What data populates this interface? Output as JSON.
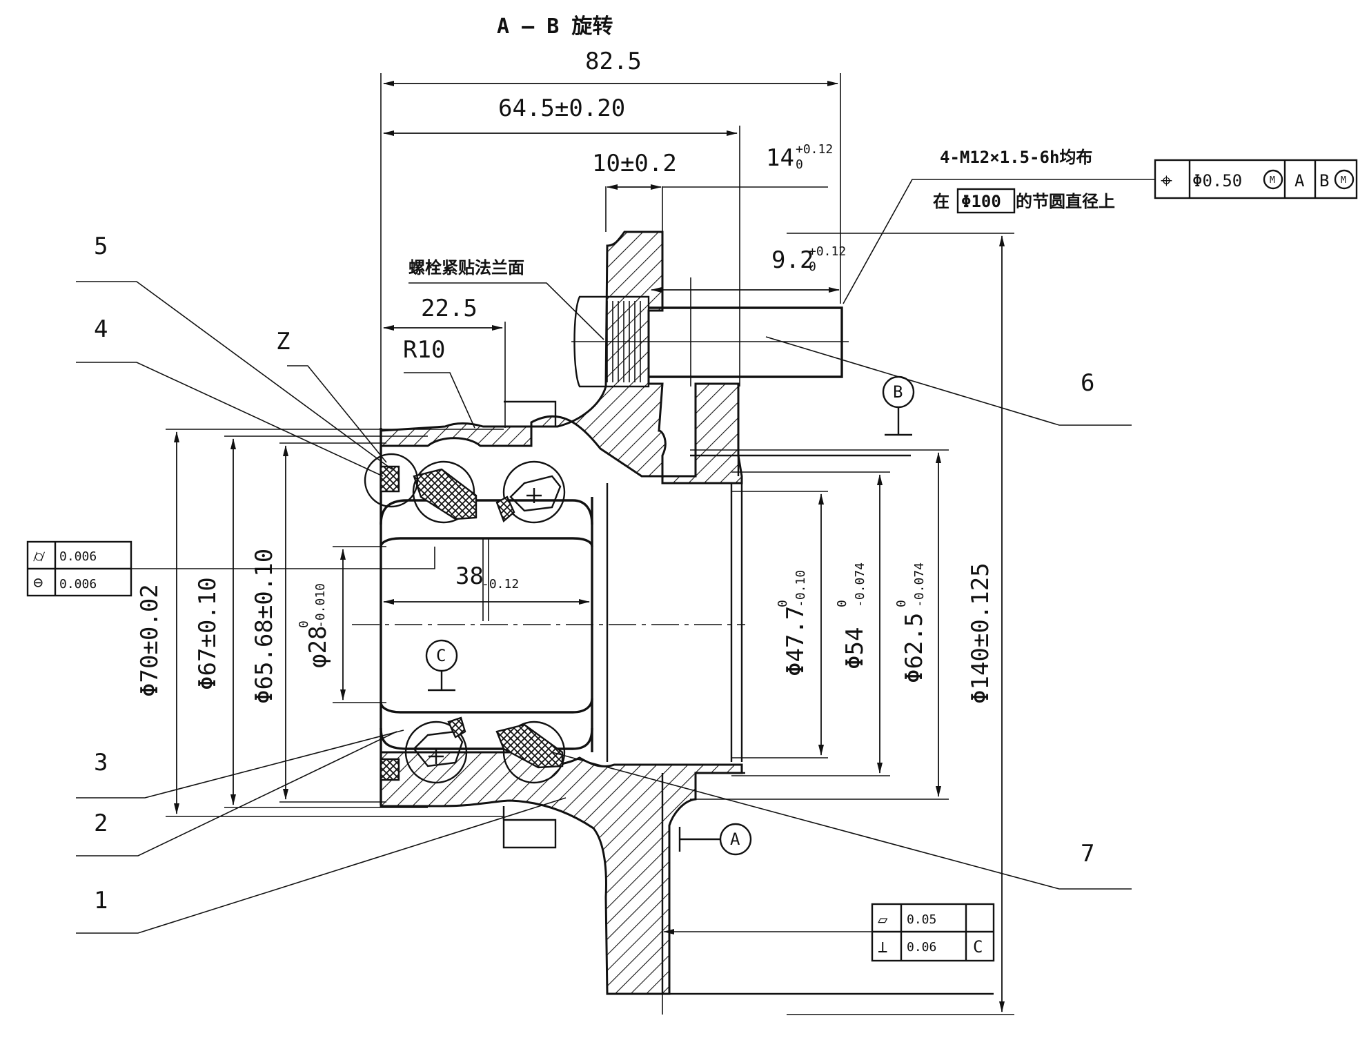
{
  "title": "A – B 旋转",
  "dimensions": {
    "d_82_5": "82.5",
    "d_64_5": "64.5±0.20",
    "d_10": "10±0.2",
    "d_14": "14",
    "d_14_tol_upper": "+0.12",
    "d_14_tol_lower": "0",
    "d_9_2": "9.2",
    "d_9_2_tol_upper": "+0.12",
    "d_9_2_tol_lower": "0",
    "d_22_5": "22.5",
    "r_10": "R10",
    "d_38": "38",
    "d_38_tol": "-0.12",
    "dia_70": "Φ70±0.02",
    "dia_67": "Φ67±0.10",
    "dia_65_68": "Φ65.68±0.10",
    "dia_28": "φ28",
    "dia_28_tol_upper": "0",
    "dia_28_tol_lower": "-0.010",
    "dia_47_7": "Φ47.7",
    "dia_47_7_tol_upper": "0",
    "dia_47_7_tol_lower": "-0.10",
    "dia_54": "Φ54",
    "dia_54_tol_upper": "0",
    "dia_54_tol_lower": "-0.074",
    "dia_62_5": "Φ62.5",
    "dia_62_5_tol_upper": "0",
    "dia_62_5_tol_lower": "-0.074",
    "dia_140": "Φ140±0.125"
  },
  "notes": {
    "thread_spec": "4-M12×1.5-6h均布",
    "pitch_prefix": "在",
    "pitch_circle": "Φ100",
    "pitch_suffix": "的节圆直径上",
    "bolt_note": "螺栓紧贴法兰面"
  },
  "datums": {
    "a": "A",
    "b": "B",
    "c": "C"
  },
  "position_frame": {
    "symbol": "⌖",
    "tolerance": "Φ0.50",
    "modifier": "M",
    "datum_a": "A",
    "datum_b": "B",
    "datum_b_modifier": "M"
  },
  "left_frame": {
    "row1_symbol": "⌭",
    "row1_value": "0.006",
    "row2_symbol": "⊖",
    "row2_value": "0.006"
  },
  "right_frame": {
    "row1_symbol": "▱",
    "row1_value": "0.05",
    "row2_symbol": "⊥",
    "row2_value": "0.06",
    "row2_datum": "C"
  },
  "detail_label": "Z",
  "balloons": {
    "b1": "1",
    "b2": "2",
    "b3": "3",
    "b4": "4",
    "b5": "5",
    "b6": "6",
    "b7": "7"
  },
  "colors": {
    "ink": "#111111",
    "paper": "#ffffff"
  }
}
